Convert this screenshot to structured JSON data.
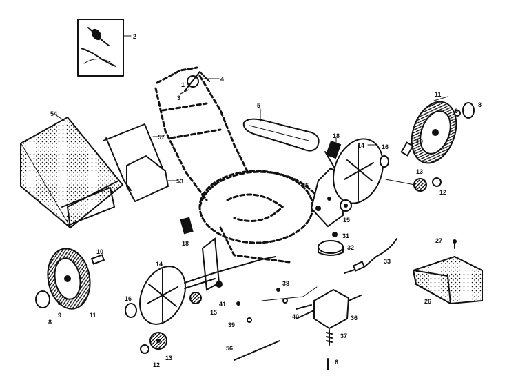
{
  "callouts": [
    {
      "id": "c2",
      "text": "2"
    },
    {
      "id": "c3",
      "text": "3"
    },
    {
      "id": "c1",
      "text": "1"
    },
    {
      "id": "c4",
      "text": "4"
    },
    {
      "id": "c5",
      "text": "5"
    },
    {
      "id": "c54",
      "text": "54"
    },
    {
      "id": "c57",
      "text": "57"
    },
    {
      "id": "c53",
      "text": "53"
    },
    {
      "id": "c18a",
      "text": "18"
    },
    {
      "id": "c14a",
      "text": "14"
    },
    {
      "id": "c55",
      "text": "55"
    },
    {
      "id": "c15a",
      "text": "15"
    },
    {
      "id": "c16a",
      "text": "16"
    },
    {
      "id": "c10a",
      "text": "10"
    },
    {
      "id": "c11a",
      "text": "11"
    },
    {
      "id": "c9a",
      "text": "9"
    },
    {
      "id": "c8a",
      "text": "8"
    },
    {
      "id": "c13a",
      "text": "13"
    },
    {
      "id": "c12a",
      "text": "12"
    },
    {
      "id": "c31",
      "text": "31"
    },
    {
      "id": "c32",
      "text": "32"
    },
    {
      "id": "c27",
      "text": "27"
    },
    {
      "id": "c33",
      "text": "33"
    },
    {
      "id": "c18b",
      "text": "18"
    },
    {
      "id": "c10b",
      "text": "10"
    },
    {
      "id": "c14b",
      "text": "14"
    },
    {
      "id": "c11b",
      "text": "11"
    },
    {
      "id": "c8b",
      "text": "8"
    },
    {
      "id": "c9b",
      "text": "9"
    },
    {
      "id": "c16b",
      "text": "16"
    },
    {
      "id": "c15b",
      "text": "15"
    },
    {
      "id": "c41",
      "text": "41"
    },
    {
      "id": "c38",
      "text": "38"
    },
    {
      "id": "c39",
      "text": "39"
    },
    {
      "id": "c40",
      "text": "40"
    },
    {
      "id": "c36",
      "text": "36"
    },
    {
      "id": "c26",
      "text": "26"
    },
    {
      "id": "c56",
      "text": "56"
    },
    {
      "id": "c37",
      "text": "37"
    },
    {
      "id": "c6",
      "text": "6"
    },
    {
      "id": "c12b",
      "text": "12"
    },
    {
      "id": "c13b",
      "text": "13"
    }
  ]
}
